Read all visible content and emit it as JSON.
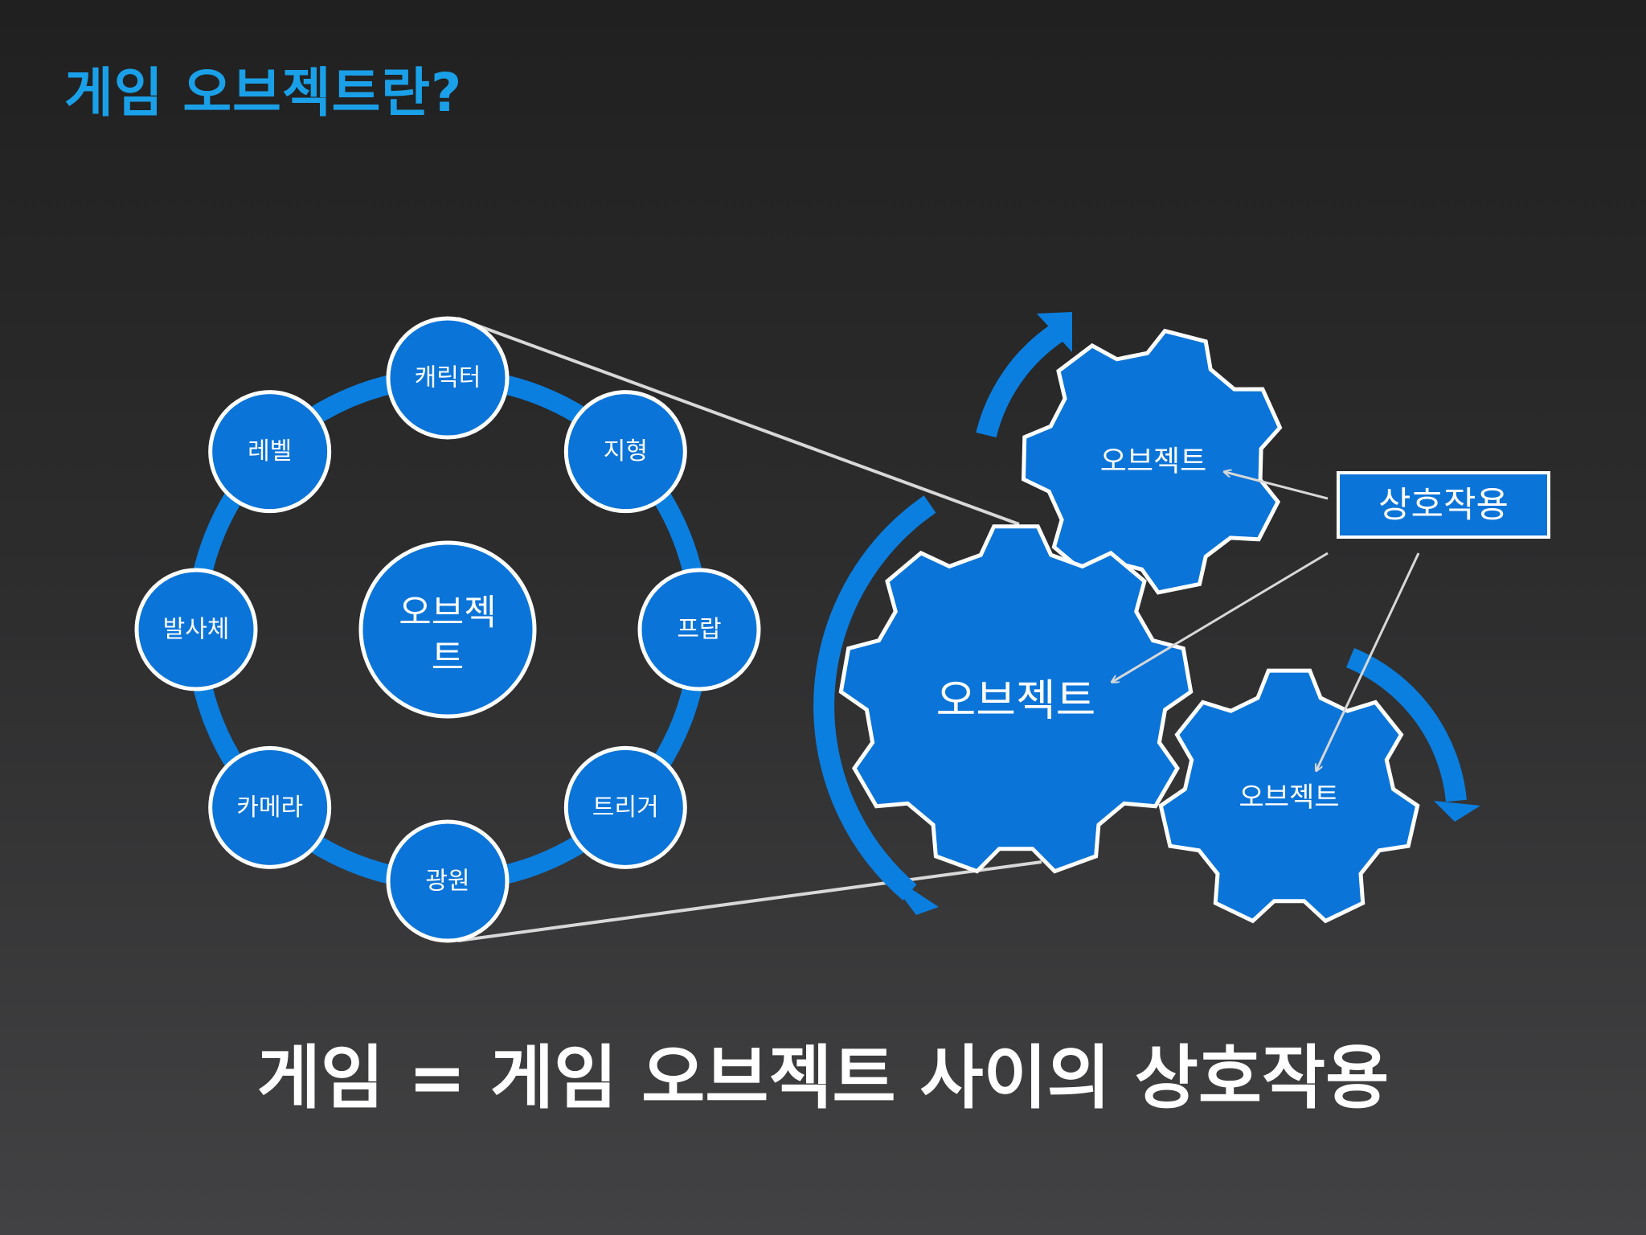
{
  "title": "게임 오브젝트란?",
  "ring": {
    "center": [
      "오브젝",
      "트"
    ],
    "nodes": [
      "캐릭터",
      "지형",
      "프랍",
      "트리거",
      "광원",
      "카메라",
      "발사체",
      "레벨"
    ]
  },
  "gears": {
    "large": "오브젝트",
    "top": "오브젝트",
    "bottom": "오브젝트"
  },
  "interaction_label": "상호작용",
  "summary": "게임 = 게임 오브젝트 사이의 상호작용",
  "colors": {
    "title": "#1aa0e8",
    "accent_blue": "#0a7fe0",
    "node_fill": "#0b74d8",
    "outline": "#ffffff",
    "connector": "#d8d8d8"
  }
}
